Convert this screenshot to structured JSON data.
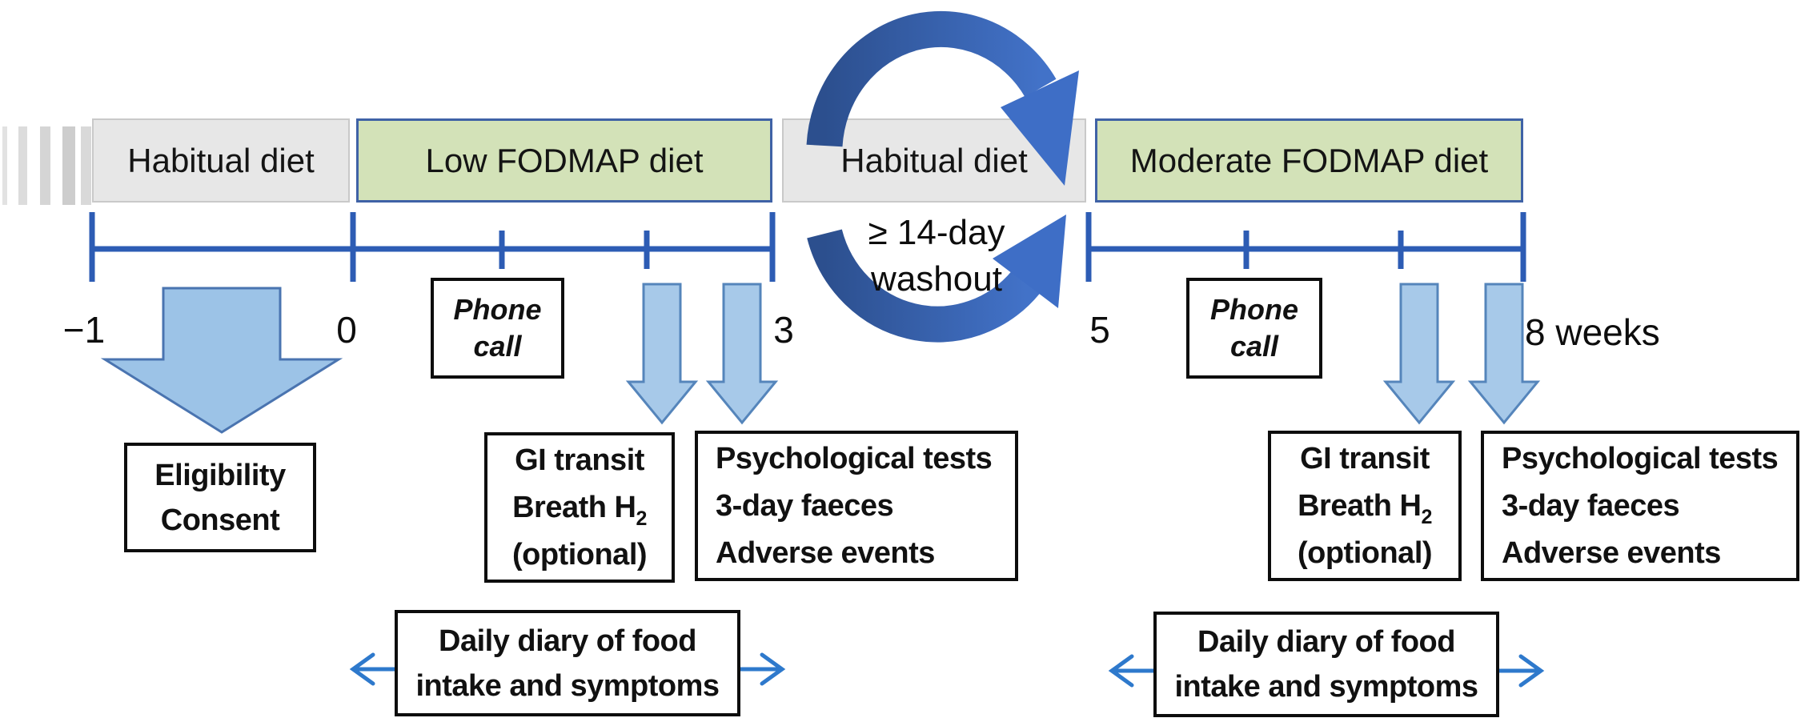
{
  "palette": {
    "timeline_blue": "#2d5cb4",
    "cycle_arrow_dark": "#2c4f8e",
    "cycle_arrow_bright": "#4272c8",
    "block_arrow_fill": "#9cc3e7",
    "block_arrow_small_fill": "#a7c9e9",
    "block_arrow_border": "#5585bb",
    "diary_arrow_blue": "#2e79cc",
    "habitual_box_fill": "#e7e7e7",
    "fodmap_box_fill": "#d3e2b8",
    "fodmap_box_border": "#3f62a6"
  },
  "phases": [
    {
      "label": "Habitual diet"
    },
    {
      "label": "Low FODMAP diet"
    },
    {
      "label": "Habitual diet"
    },
    {
      "label": "Moderate FODMAP diet"
    }
  ],
  "week_labels": {
    "w_minus1": "−1",
    "w0": "0",
    "w3": "3",
    "w5": "5",
    "w8": "8 weeks"
  },
  "washout": {
    "line1": "≥ 14-day",
    "line2": "washout"
  },
  "phone_calls": [
    {
      "line1": "Phone",
      "line2": "call"
    },
    {
      "line1": "Phone",
      "line2": "call"
    }
  ],
  "eligibility": {
    "line1": "Eligibility",
    "line2": "Consent"
  },
  "gi_boxes": [
    {
      "line1": "GI transit",
      "line2": "Breath H",
      "line2_sub": "2",
      "line3": "(optional)"
    },
    {
      "line1": "GI transit",
      "line2": "Breath H",
      "line2_sub": "2",
      "line3": "(optional)"
    }
  ],
  "psych_boxes": [
    {
      "line1": "Psychological tests",
      "line2": "3-day faeces",
      "line3": "Adverse events"
    },
    {
      "line1": "Psychological tests",
      "line2": "3-day faeces",
      "line3": "Adverse events"
    }
  ],
  "diary_boxes": [
    {
      "line1": "Daily diary of food",
      "line2": "intake and symptoms"
    },
    {
      "line1": "Daily diary of food",
      "line2": "intake and symptoms"
    }
  ]
}
